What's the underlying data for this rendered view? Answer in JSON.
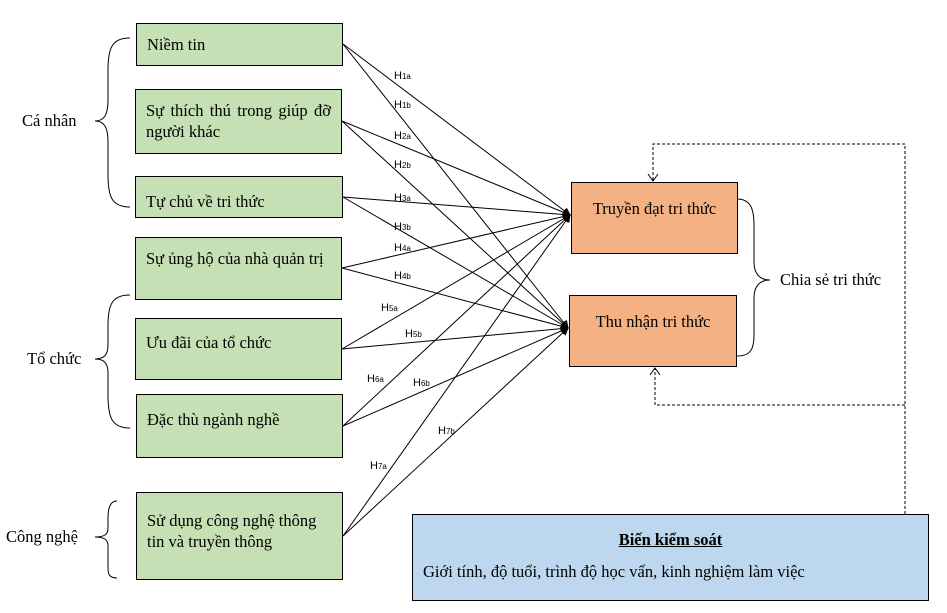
{
  "groups": [
    {
      "id": "ca-nhan",
      "label": "Cá nhân"
    },
    {
      "id": "to-chuc",
      "label": "Tổ chức"
    },
    {
      "id": "cong-nghe",
      "label": "Công nghệ"
    }
  ],
  "factors": [
    {
      "id": "niem-tin",
      "label": "Niềm tin",
      "group": "ca-nhan"
    },
    {
      "id": "thich-thu",
      "label": "Sự thích thú trong giúp đỡ người khác",
      "group": "ca-nhan"
    },
    {
      "id": "tu-chu",
      "label": "Tự chủ về tri thức",
      "group": "ca-nhan"
    },
    {
      "id": "ung-ho",
      "label": "Sự ủng hộ của nhà quản trị",
      "group": "to-chuc"
    },
    {
      "id": "uu-dai",
      "label": "Ưu đãi của tổ chức",
      "group": "to-chuc"
    },
    {
      "id": "dac-thu",
      "label": "Đặc thù ngành nghề",
      "group": "to-chuc"
    },
    {
      "id": "cntt",
      "label": "Sử dụng công nghệ thông tin và truyền thông",
      "group": "cong-nghe"
    }
  ],
  "outcomes": [
    {
      "id": "truyen-dat",
      "label": "Truyền đạt tri thức"
    },
    {
      "id": "thu-nhan",
      "label": "Thu nhận tri thức"
    }
  ],
  "outcome_group": {
    "label": "Chia sẻ tri thức"
  },
  "hypotheses": [
    {
      "main": "H",
      "sub": "1a",
      "from": "niem-tin",
      "to": "truyen-dat"
    },
    {
      "main": "H",
      "sub": "1b",
      "from": "niem-tin",
      "to": "thu-nhan"
    },
    {
      "main": "H",
      "sub": "2a",
      "from": "thich-thu",
      "to": "truyen-dat"
    },
    {
      "main": "H",
      "sub": "2b",
      "from": "thich-thu",
      "to": "thu-nhan"
    },
    {
      "main": "H",
      "sub": "3a",
      "from": "tu-chu",
      "to": "truyen-dat"
    },
    {
      "main": "H",
      "sub": "3b",
      "from": "tu-chu",
      "to": "thu-nhan"
    },
    {
      "main": "H",
      "sub": "4a",
      "from": "ung-ho",
      "to": "truyen-dat"
    },
    {
      "main": "H",
      "sub": "4b",
      "from": "ung-ho",
      "to": "thu-nhan"
    },
    {
      "main": "H",
      "sub": "5a",
      "from": "uu-dai",
      "to": "truyen-dat"
    },
    {
      "main": "H",
      "sub": "5b",
      "from": "uu-dai",
      "to": "thu-nhan"
    },
    {
      "main": "H",
      "sub": "6a",
      "from": "dac-thu",
      "to": "truyen-dat"
    },
    {
      "main": "H",
      "sub": "6b",
      "from": "dac-thu",
      "to": "thu-nhan"
    },
    {
      "main": "H",
      "sub": "7a",
      "from": "cntt",
      "to": "truyen-dat"
    },
    {
      "main": "H",
      "sub": "7b",
      "from": "cntt",
      "to": "thu-nhan"
    }
  ],
  "control": {
    "title": "Biến kiểm soát",
    "text": "Giới tính, độ tuổi, trình độ học vấn, kinh nghiệm làm việc"
  },
  "colors": {
    "factor_fill": "#c5e0b4",
    "outcome_fill": "#f4b183",
    "control_fill": "#bdd7ee"
  }
}
